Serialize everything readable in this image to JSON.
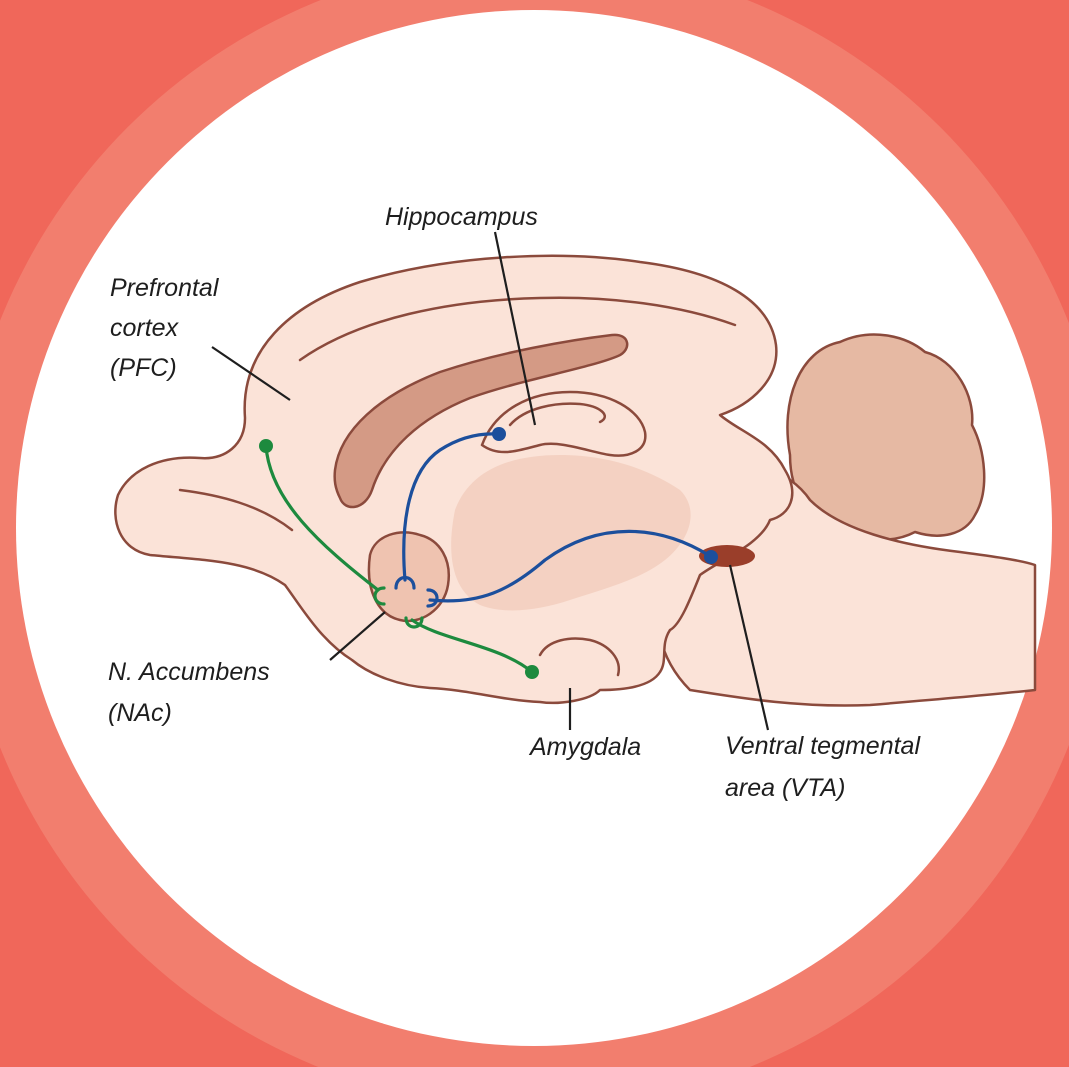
{
  "colors": {
    "background_outer": "#f0675a",
    "ring": "#f27e6e",
    "disc": "#ffffff",
    "brain_fill": "#fbe3d8",
    "brain_shade": "#efc3b0",
    "brain_dark": "#d49a85",
    "cerebellum": "#e6b9a3",
    "outline": "#8b4a3c",
    "vta": "#9a3e2a",
    "dopamine_pathway": "#1c4f9c",
    "glutamate_pathway": "#1d8a3e"
  },
  "labels": {
    "hippocampus": "Hippocampus",
    "pfc": [
      "Prefrontal",
      "cortex",
      "(PFC)"
    ],
    "nac": [
      "N. Accumbens",
      "(NAc)"
    ],
    "amygdala": "Amygdala",
    "vta": [
      "Ventral tegmental",
      "area (VTA)"
    ]
  }
}
